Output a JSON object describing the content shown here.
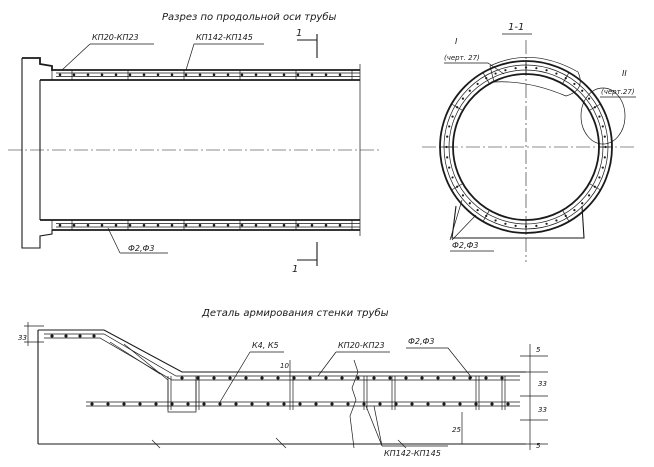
{
  "titles": {
    "longitudinal": "Разрез по продольной оси трубы",
    "detail": "Деталь армирования стенки трубы",
    "section": "1-1"
  },
  "section_marks": {
    "top": "1",
    "bottom": "1"
  },
  "callouts": {
    "kp20_kp23": "КП20-КП23",
    "kp142_kp145": "КП142-КП145",
    "f2f3": "Ф2,Ф3",
    "k4_k5": "К4, К5"
  },
  "details": {
    "one": {
      "numeral": "I",
      "ref": "(черт. 27)"
    },
    "two": {
      "numeral": "II",
      "ref": "(черт.27)"
    }
  },
  "dimensions": {
    "d33_left": "33",
    "d10": "10",
    "d5_top": "5",
    "d33_a": "33",
    "d33_b": "33",
    "d25": "25",
    "d5_bottom": "5"
  }
}
